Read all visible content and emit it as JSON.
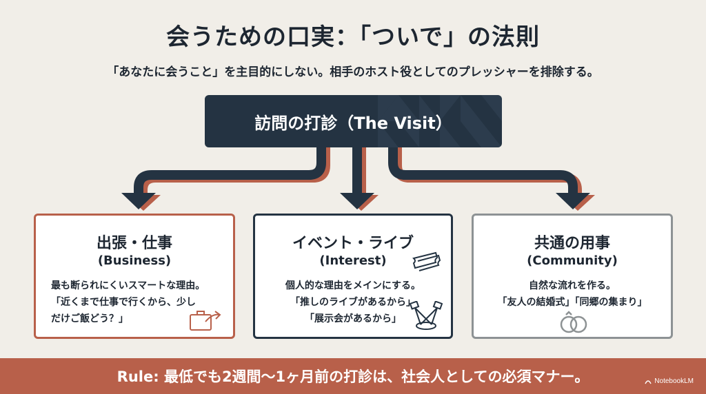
{
  "header": {
    "title": "会うための口実：「ついで」の法則",
    "subtitle": "「あなたに会うこと」を主目的にしない。相手のホスト役としてのプレッシャーを排除する。"
  },
  "top_node": {
    "label": "訪問の打診（The Visit）"
  },
  "cards": [
    {
      "title": "出張・仕事",
      "subtitle": "(Business)",
      "lines": [
        "最も断られにくいスマートな理由。",
        "「近くまで仕事で行くから、少し",
        "だけご飯どう？」"
      ],
      "icon": "briefcase-arrow-icon",
      "border_color": "#b8604a"
    },
    {
      "title": "イベント・ライブ",
      "subtitle": "(Interest)",
      "lines": [
        "個人的な理由をメインにする。",
        "「推しのライブがあるから」",
        "「展示会があるから」"
      ],
      "icon": "ticket-spotlight-icon",
      "border_color": "#243342"
    },
    {
      "title": "共通の用事",
      "subtitle": "(Community)",
      "lines": [
        "自然な流れを作る。",
        "「友人の結婚式」「同郷の集まり」"
      ],
      "icon": "wedding-rings-icon",
      "border_color": "#8d9294"
    }
  ],
  "footer": {
    "rule": "Rule: 最低でも2週間〜1ヶ月前の打診は、社会人としての必須マナー。",
    "brand": "NotebookLM"
  },
  "colors": {
    "navy": "#243342",
    "terracotta": "#b8604a",
    "gray": "#8d9294",
    "background": "#f1eee8"
  }
}
